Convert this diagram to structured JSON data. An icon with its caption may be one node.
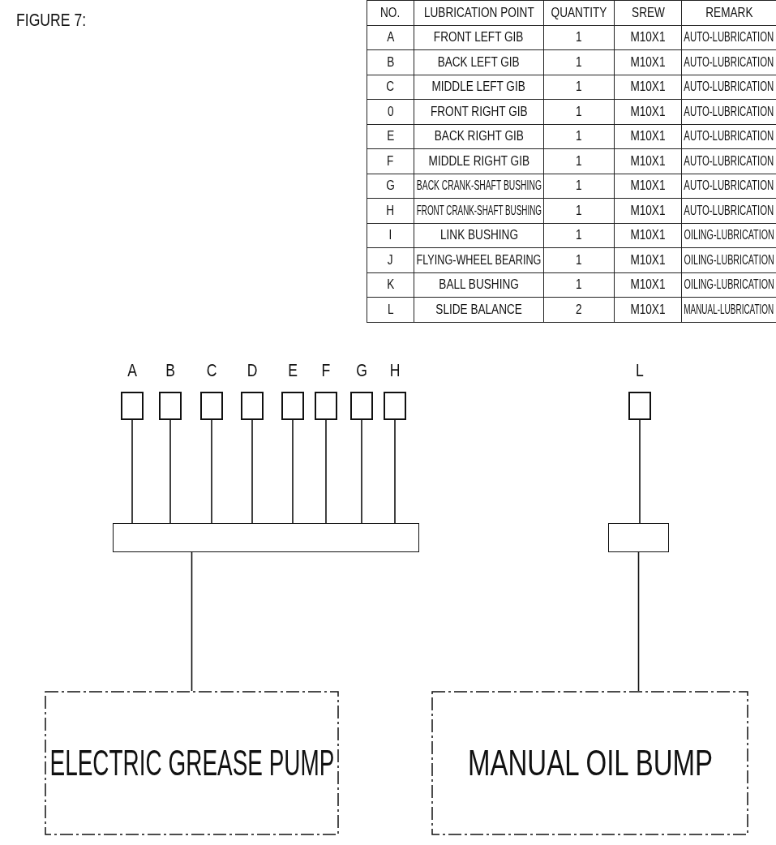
{
  "diagram": {
    "title": "FIGURE 7:",
    "nodes": [
      {
        "text": [
          "A"
        ]
      },
      {
        "text": [
          "B"
        ]
      },
      {
        "text": [
          "C"
        ]
      },
      {
        "text": [
          "D"
        ]
      },
      {
        "text": [
          "E"
        ]
      },
      {
        "text": [
          "F"
        ]
      },
      {
        "text": [
          "G"
        ]
      },
      {
        "text": [
          "H"
        ]
      },
      {
        "text": [
          "L"
        ]
      },
      {
        "text": [],
        "shape": "bar"
      },
      {
        "text": [],
        "shape": "bar"
      },
      {
        "text": [
          "ELECTRIC GREASE PUMP"
        ]
      },
      {
        "text": [
          "MANUAL OIL BUMP"
        ]
      }
    ],
    "edges": [
      {
        "from": 0,
        "to": 9,
        "arrow": "none"
      },
      {
        "from": 1,
        "to": 9,
        "arrow": "none"
      },
      {
        "from": 2,
        "to": 9,
        "arrow": "none"
      },
      {
        "from": 3,
        "to": 9,
        "arrow": "none"
      },
      {
        "from": 4,
        "to": 9,
        "arrow": "none"
      },
      {
        "from": 5,
        "to": 9,
        "arrow": "none"
      },
      {
        "from": 6,
        "to": 9,
        "arrow": "none"
      },
      {
        "from": 7,
        "to": 9,
        "arrow": "none"
      },
      {
        "from": 8,
        "to": 10,
        "arrow": "none"
      },
      {
        "from": 9,
        "to": 11,
        "arrow": "none"
      },
      {
        "from": 10,
        "to": 12,
        "arrow": "none"
      }
    ],
    "labels": [
      "NO.",
      "LUBRICATION POINT",
      "QUANTITY",
      "SREW",
      "REMARK",
      "A",
      "FRONT LEFT GIB",
      "1",
      "M10X1",
      "AUTO-LUBRICATION",
      "B",
      "BACK LEFT GIB",
      "1",
      "M10X1",
      "AUTO-LUBRICATION",
      "C",
      "MIDDLE LEFT GIB",
      "1",
      "M10X1",
      "AUTO-LUBRICATION",
      "0",
      "FRONT RIGHT GIB",
      "1",
      "M10X1",
      "AUTO-LUBRICATION",
      "E",
      "BACK RIGHT GIB",
      "1",
      "M10X1",
      "AUTO-LUBRICATION",
      "F",
      "MIDDLE RIGHT GIB",
      "1",
      "M10X1",
      "AUTO-LUBRICATION",
      "G",
      "BACK CRANK-SHAFT BUSHING",
      "1",
      "M10X1",
      "AUTO-LUBRICATION",
      "H",
      "FRONT CRANK-SHAFT BUSHING",
      "1",
      "M10X1",
      "AUTO-LUBRICATION",
      "I",
      "LINK BUSHING",
      "1",
      "M10X1",
      "OILING-LUBRICATION",
      "J",
      "FLYING-WHEEL BEARING",
      "1",
      "M10X1",
      "OILING-LUBRICATION",
      "K",
      "BALL BUSHING",
      "1",
      "M10X1",
      "OILING-LUBRICATION",
      "L",
      "SLIDE BALANCE",
      "2",
      "M10X1",
      "MANUAL-LUBRICATION"
    ]
  }
}
